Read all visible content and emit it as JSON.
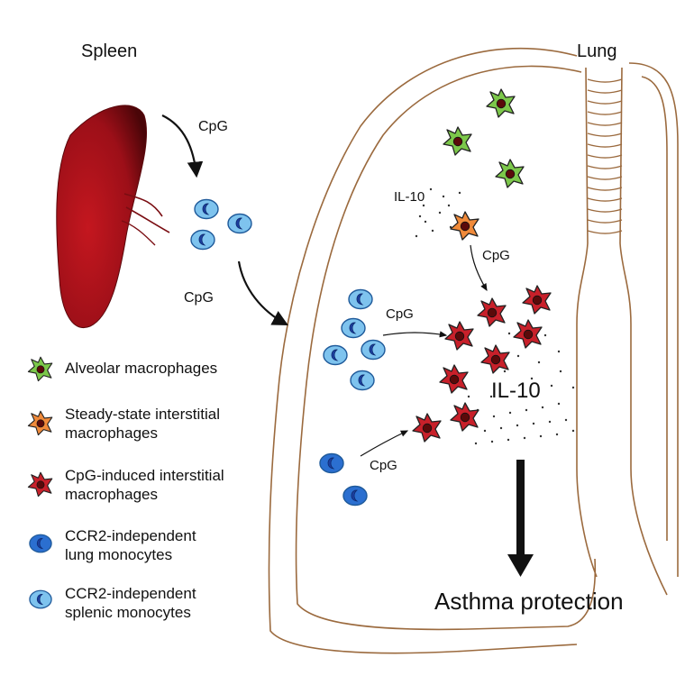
{
  "labels": {
    "spleen": "Spleen",
    "lung": "Lung",
    "cpg_1": "CpG",
    "cpg_2": "CpG",
    "cpg_3": "CpG",
    "cpg_4": "CpG",
    "cpg_5": "CpG",
    "il10_small": "IL-10",
    "il10_large": "IL-10",
    "outcome": "Asthma protection"
  },
  "legend": [
    {
      "icon": "alveolar-macrophage-icon",
      "line1": "Alveolar macrophages",
      "line2": ""
    },
    {
      "icon": "steady-state-interstitial-macrophage-icon",
      "line1": "Steady-state interstitial",
      "line2": "macrophages"
    },
    {
      "icon": "cpg-induced-interstitial-macrophage-icon",
      "line1": "CpG-induced interstitial",
      "line2": "macrophages"
    },
    {
      "icon": "lung-monocyte-icon",
      "line1": "CCR2-independent",
      "line2": "lung monocytes"
    },
    {
      "icon": "splenic-monocyte-icon",
      "line1": "CCR2-independent",
      "line2": "splenic monocytes"
    }
  ],
  "colors": {
    "spleen": "#a3121a",
    "lung_outline": "#9b6a3e",
    "alveolar_macrophage": "#7cc84a",
    "steady_state_macrophage": "#f08a3a",
    "cpg_induced_macrophage": "#c8202a",
    "lung_monocyte": "#2b6fd0",
    "splenic_monocyte": "#7ec3ee"
  }
}
